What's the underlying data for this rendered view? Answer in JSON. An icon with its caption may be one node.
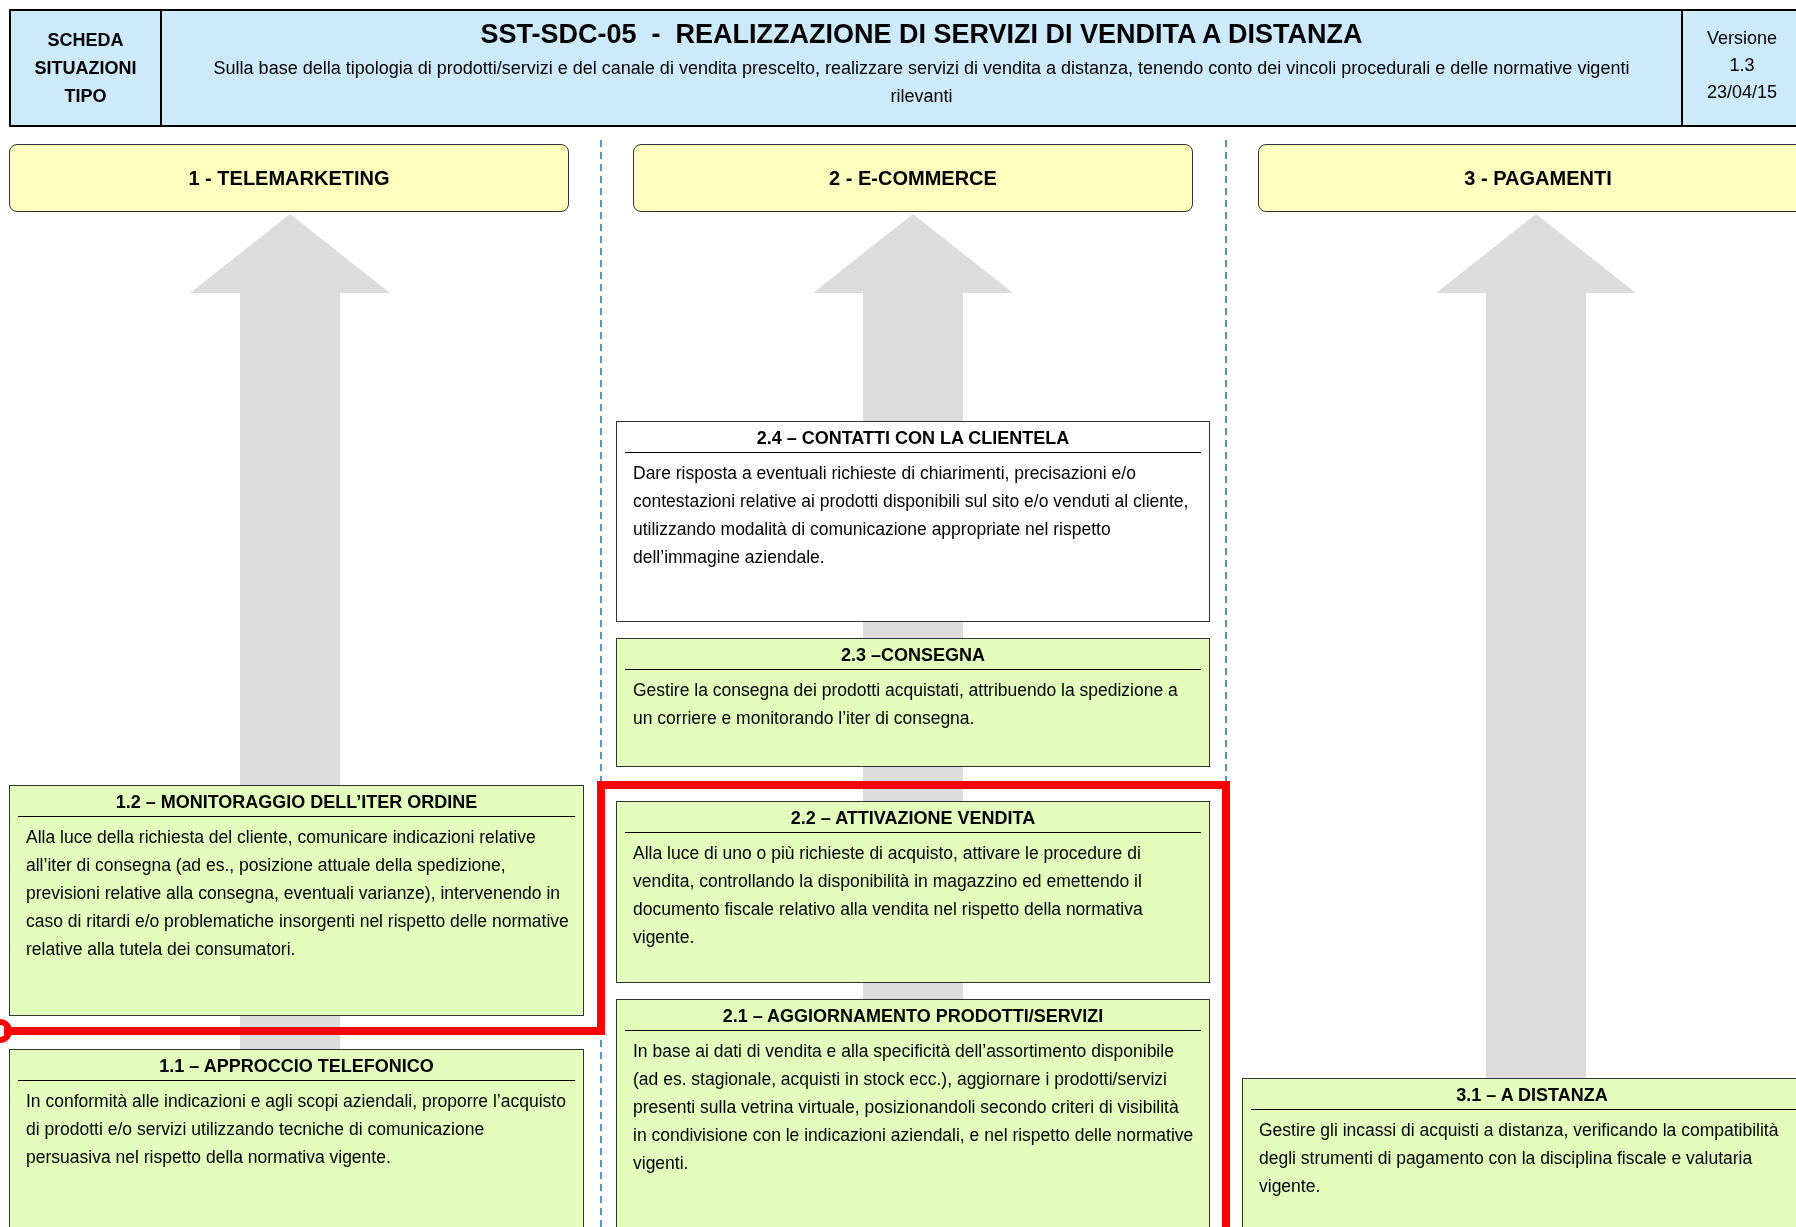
{
  "diagram": {
    "title": "SST-SDC-05  -  REALIZZAZIONE DI SERVIZI DI VENDITA A DISTANZA",
    "nodes": [
      {
        "text": [
          "1 - TELEMARKETING"
        ]
      },
      {
        "text": [
          "2 - E-COMMERCE"
        ]
      },
      {
        "text": [
          "3 - PAGAMENTI"
        ]
      },
      {
        "text": [
          "2.4 – CONTATTI CON LA CLIENTELA",
          "Dare risposta a eventuali richieste di chiarimenti, precisazioni e/o contestazioni relative ai prodotti disponibili sul sito e/o venduti al cliente, utilizzando modalità di comunicazione appropriate nel rispetto dell’immagine aziendale."
        ]
      },
      {
        "text": [
          "2.3 –CONSEGNA",
          "Gestire la consegna dei prodotti acquistati, attribuendo la spedizione a un corriere e monitorando l’iter di consegna."
        ]
      },
      {
        "text": [
          "1.2 – MONITORAGGIO DELL’ITER ORDINE",
          "Alla luce della richiesta del cliente, comunicare indicazioni relative all’iter di consegna (ad es., posizione attuale della spedizione, previsioni relative alla consegna, eventuali varianze), intervenendo in caso di ritardi e/o problematiche insorgenti nel rispetto delle normative relative alla tutela dei consumatori."
        ]
      },
      {
        "text": [
          "2.2 – ATTIVAZIONE VENDITA",
          "Alla luce di uno o più richieste di acquisto, attivare le procedure di vendita, controllando la disponibilità in magazzino ed emettendo il documento fiscale relativo alla vendita nel rispetto della normativa vigente."
        ]
      },
      {
        "text": [
          "2.1 – AGGIORNAMENTO PRODOTTI/SERVIZI",
          "In base ai dati di vendita e alla specificità dell’assortimento disponibile (ad es. stagionale, acquisti in stock ecc.), aggiornare i prodotti/servizi presenti sulla vetrina virtuale, posizionandoli secondo criteri di visibilità in condivisione con le indicazioni aziendali, e nel rispetto delle normative vigenti."
        ]
      },
      {
        "text": [
          "1.1 – APPROCCIO TELEFONICO",
          "In conformità alle indicazioni e agli scopi aziendali, proporre l’acquisto di prodotti e/o servizi utilizzando tecniche di comunicazione persuasiva nel rispetto della normativa vigente."
        ]
      },
      {
        "text": [
          "3.1 – A DISTANZA",
          "Gestire gli incassi di acquisti a distanza, verificando la compatibilità degli strumenti di pagamento con la disciplina fiscale e valutaria vigente."
        ]
      }
    ],
    "labels": [
      "SCHEDA SITUAZIONI TIPO",
      "Sulla base della tipologia di prodotti/servizi e del canale di vendita prescelto, realizzare servizi di vendita a distanza, tenendo conto dei vincoli procedurali e delle normative vigenti rilevanti",
      "Versione",
      "1.3",
      "23/04/15"
    ]
  }
}
